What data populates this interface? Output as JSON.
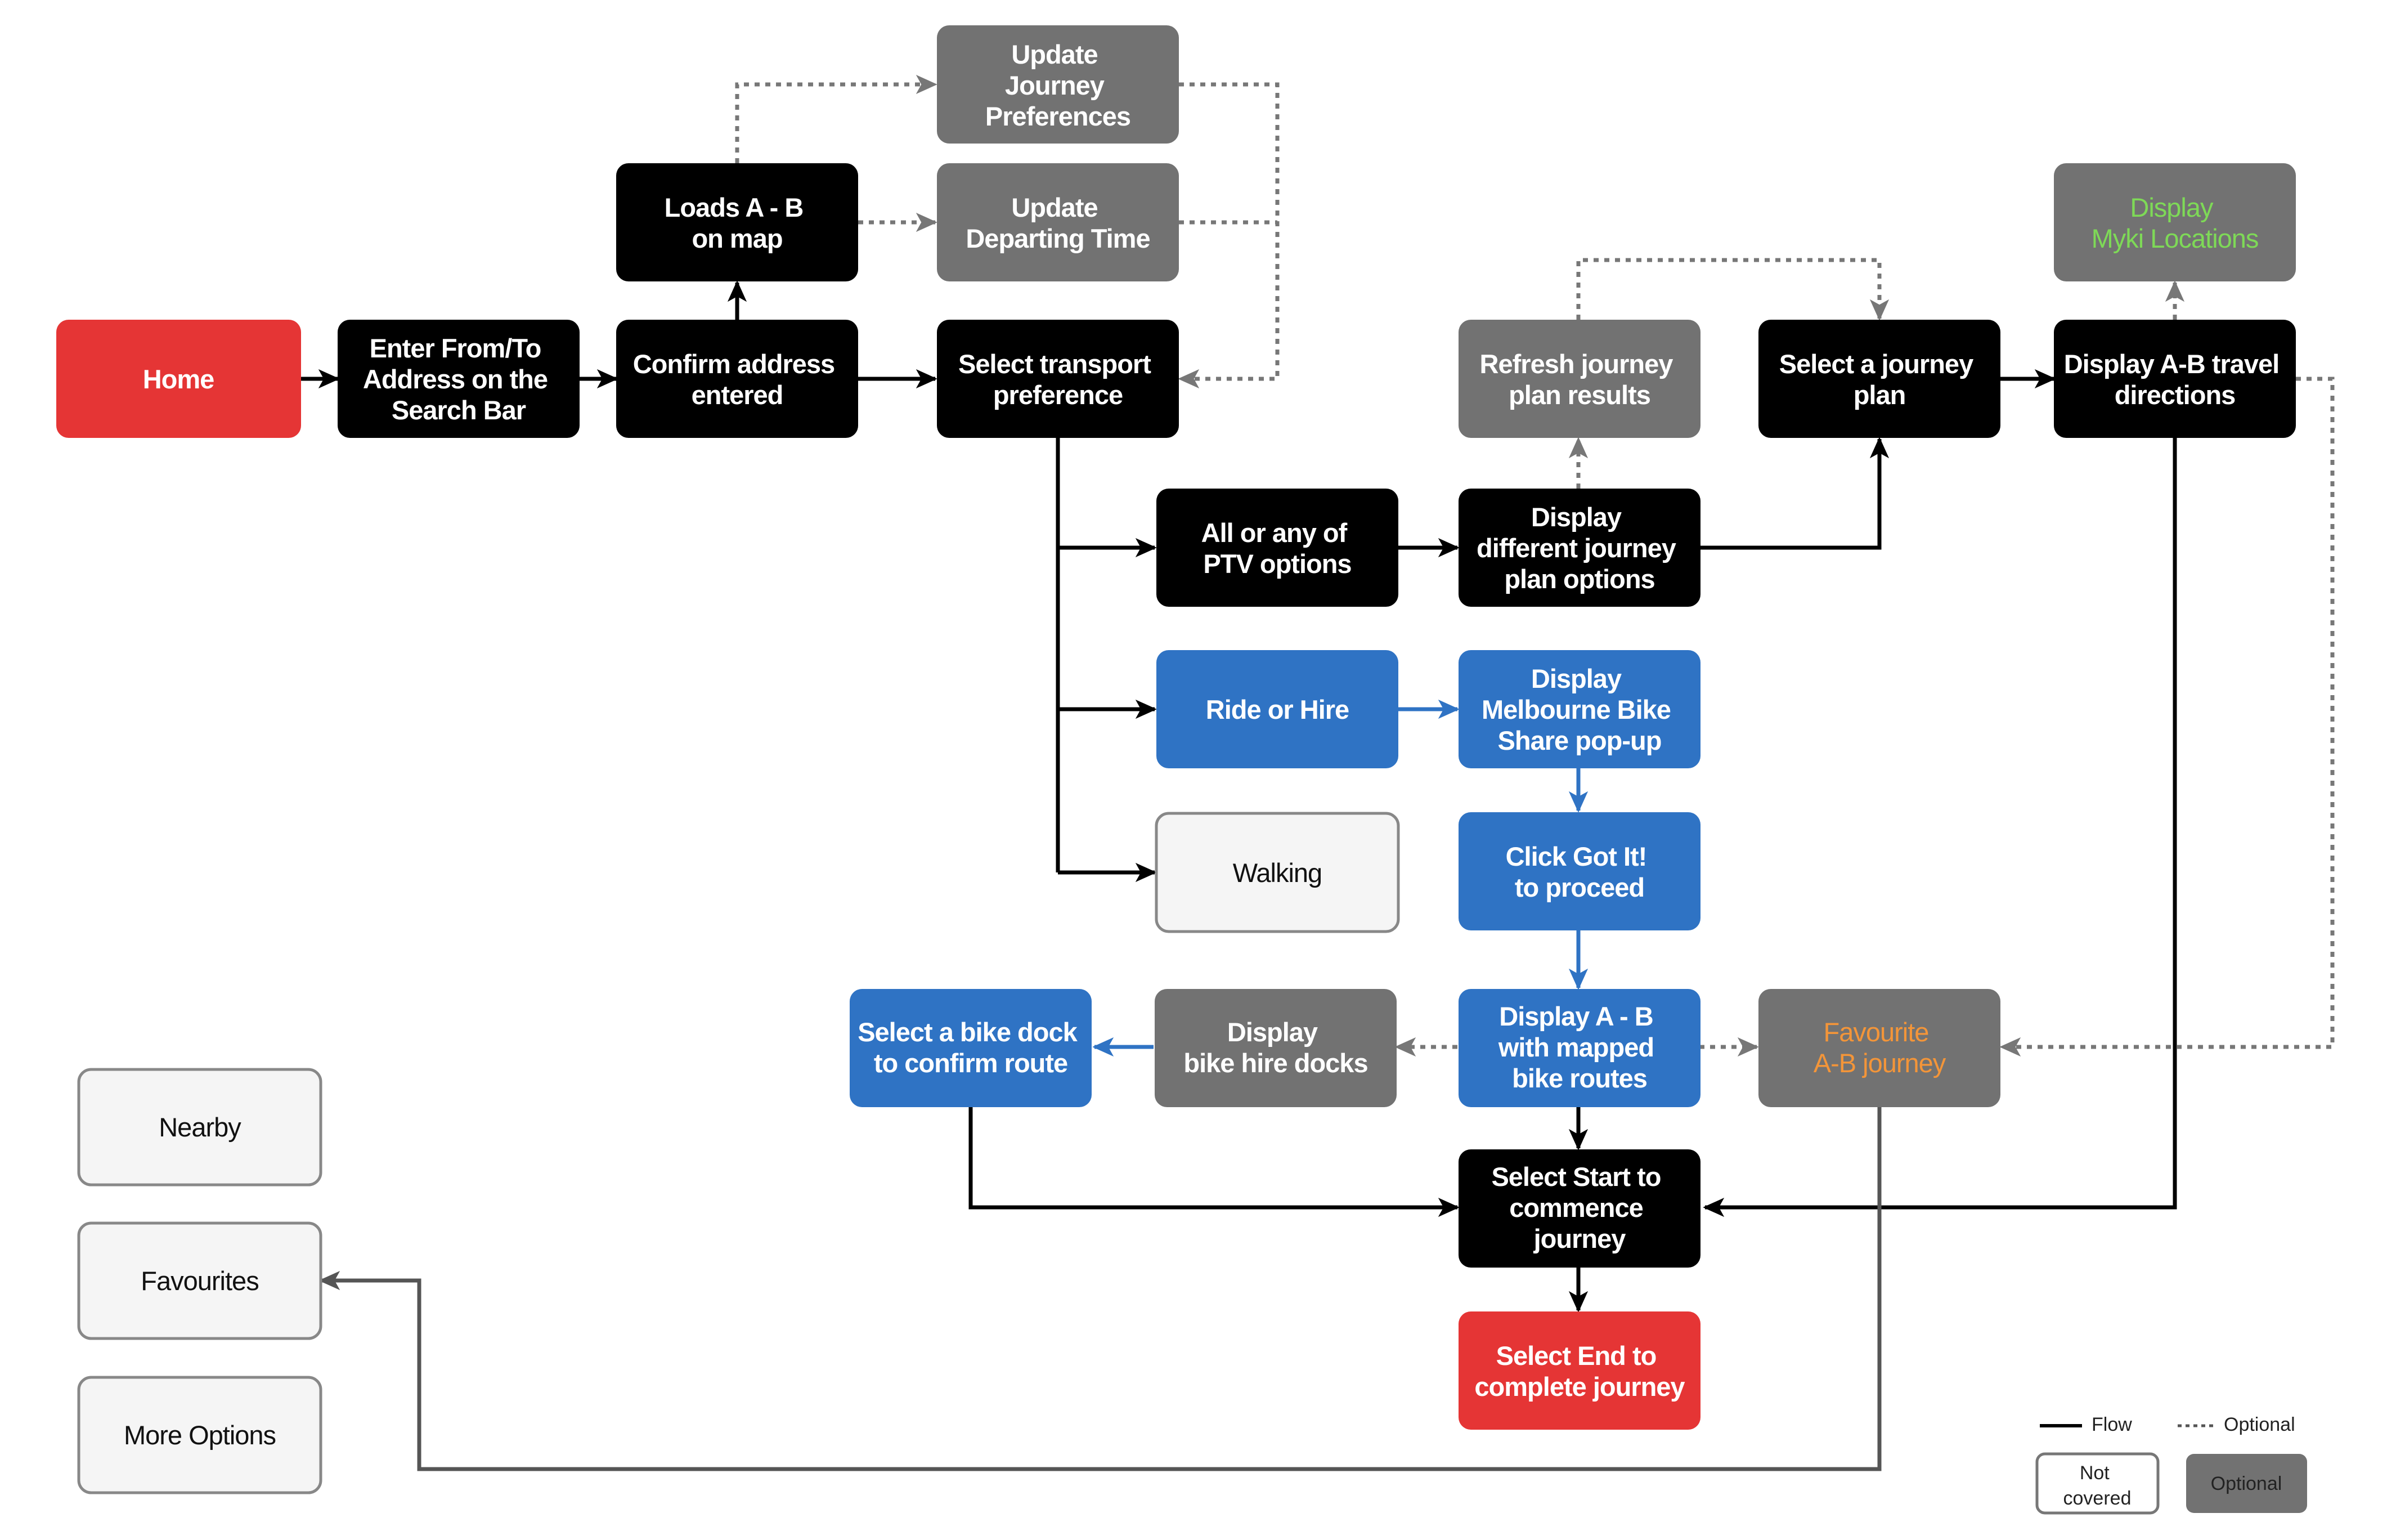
{
  "colors": {
    "black": "#000000",
    "red": "#e53535",
    "grey": "#727272",
    "blue": "#2f73c4",
    "white": "#f5f5f5",
    "green_text": "#7ed957",
    "orange_text": "#f39539"
  },
  "nodes": {
    "home": "Home",
    "enter_address": [
      "Enter From/To",
      "Address on the",
      "Search Bar"
    ],
    "confirm_address": [
      "Confirm address",
      "entered"
    ],
    "loads_ab": [
      "Loads A - B",
      "on map"
    ],
    "update_prefs": [
      "Update",
      "Journey",
      "Preferences"
    ],
    "update_time": [
      "Update",
      "Departing Time"
    ],
    "select_transport": [
      "Select transport",
      "preference"
    ],
    "ptv_options": [
      "All or any of",
      "PTV options"
    ],
    "ride_hire": [
      "Ride or Hire"
    ],
    "walking": [
      "Walking"
    ],
    "display_plans": [
      "Display",
      "different journey",
      "plan options"
    ],
    "refresh_results": [
      "Refresh journey",
      "plan results"
    ],
    "select_plan": [
      "Select a journey",
      "plan"
    ],
    "display_directions": [
      "Display A-B travel",
      "directions"
    ],
    "display_myki": [
      "Display",
      "Myki Locations"
    ],
    "bike_share_popup": [
      "Display",
      "Melbourne Bike",
      "Share pop-up"
    ],
    "click_got_it": [
      "Click Got It!",
      "to proceed"
    ],
    "mapped_routes": [
      "Display A - B",
      "with mapped",
      "bike routes"
    ],
    "bike_docks": [
      "Display",
      "bike hire docks"
    ],
    "select_dock": [
      "Select a bike dock",
      "to confirm route"
    ],
    "favourite_ab": [
      "Favourite",
      "A-B journey"
    ],
    "select_start": [
      "Select Start to",
      "commence",
      "journey"
    ],
    "select_end": [
      "Select End to",
      "complete journey"
    ],
    "nearby": [
      "Nearby"
    ],
    "favourites": [
      "Favourites"
    ],
    "more_options": [
      "More Options"
    ]
  },
  "legend": {
    "flow": "Flow",
    "optional": "Optional",
    "not_covered": [
      "Not",
      "covered"
    ],
    "optional_box": "Optional"
  }
}
